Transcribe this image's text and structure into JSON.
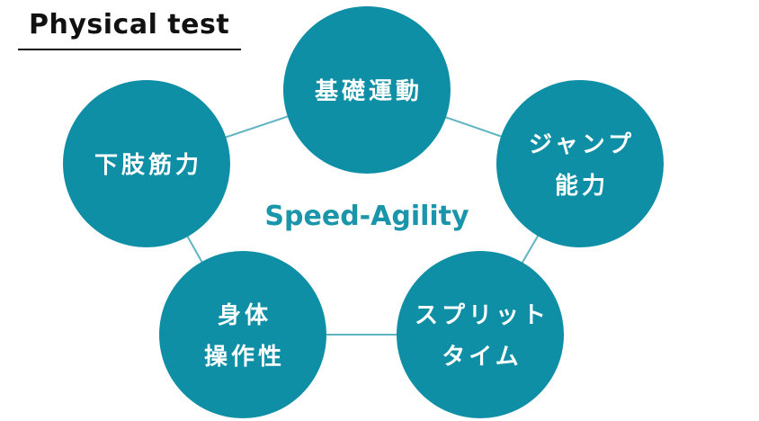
{
  "title": "Physical test",
  "center_label": "Speed-Agility",
  "colors": {
    "node_fill": "#0f8fa6",
    "edge": "#5fb4c2",
    "center_text": "#1a95aa",
    "node_text": "#ffffff",
    "title_text": "#111111"
  },
  "nodes": [
    {
      "id": "basic",
      "lines": [
        "基礎運動"
      ]
    },
    {
      "id": "jump",
      "lines": [
        "ジャンプ",
        "能力"
      ]
    },
    {
      "id": "split",
      "lines": [
        "スプリット",
        "タイム"
      ]
    },
    {
      "id": "body",
      "lines": [
        "身体",
        "操作性"
      ]
    },
    {
      "id": "legs",
      "lines": [
        "下肢筋力"
      ]
    }
  ]
}
